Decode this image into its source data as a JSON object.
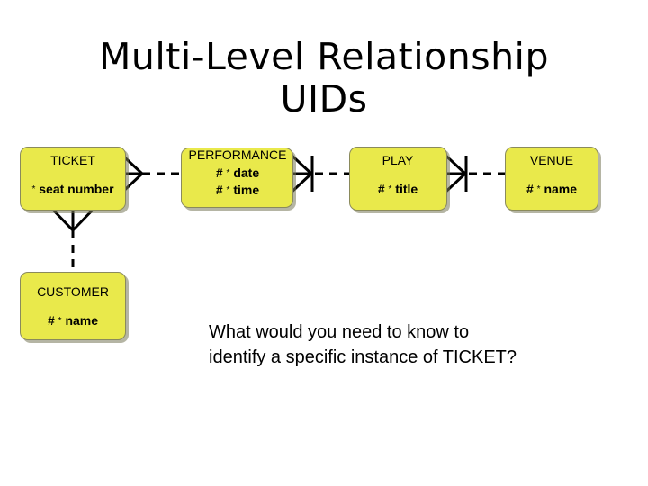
{
  "slide": {
    "title": "Multi-Level Relationship\nUIDs",
    "background_color": "#ffffff",
    "question": "What would you need to know to\nidentify a specific instance of TICKET?"
  },
  "style": {
    "entity_fill": "#e9e94b",
    "entity_border": "#8a8a5c",
    "line_color": "#000000",
    "text_color": "#000000"
  },
  "entities": [
    {
      "id": "ticket",
      "name": "TICKET",
      "attributes": [
        {
          "markers": "*",
          "label": "seat number"
        }
      ]
    },
    {
      "id": "performance",
      "name": "PERFORMANCE",
      "attributes": [
        {
          "markers": "# *",
          "label": "date"
        },
        {
          "markers": "# *",
          "label": "time"
        }
      ]
    },
    {
      "id": "play",
      "name": "PLAY",
      "attributes": [
        {
          "markers": "# *",
          "label": "title"
        }
      ]
    },
    {
      "id": "venue",
      "name": "VENUE",
      "attributes": [
        {
          "markers": "# *",
          "label": "name"
        }
      ]
    },
    {
      "id": "customer",
      "name": "CUSTOMER",
      "attributes": [
        {
          "markers": "# *",
          "label": "name"
        }
      ]
    }
  ],
  "relationships": [
    {
      "id": "ticket-performance",
      "from": "TICKET",
      "to": "PERFORMANCE",
      "from_cardinality": "many",
      "to_cardinality": "one",
      "line_style": "dashed",
      "uid_bar": false
    },
    {
      "id": "performance-play",
      "from": "PERFORMANCE",
      "to": "PLAY",
      "from_cardinality": "many",
      "to_cardinality": "one",
      "line_style": "dashed",
      "uid_bar": true
    },
    {
      "id": "play-venue",
      "from": "PLAY",
      "to": "VENUE",
      "from_cardinality": "many",
      "to_cardinality": "one",
      "line_style": "dashed",
      "uid_bar": true
    },
    {
      "id": "ticket-customer",
      "from": "TICKET",
      "to": "CUSTOMER",
      "from_cardinality": "many",
      "to_cardinality": "one",
      "line_style": "dashed",
      "uid_bar": false
    }
  ]
}
